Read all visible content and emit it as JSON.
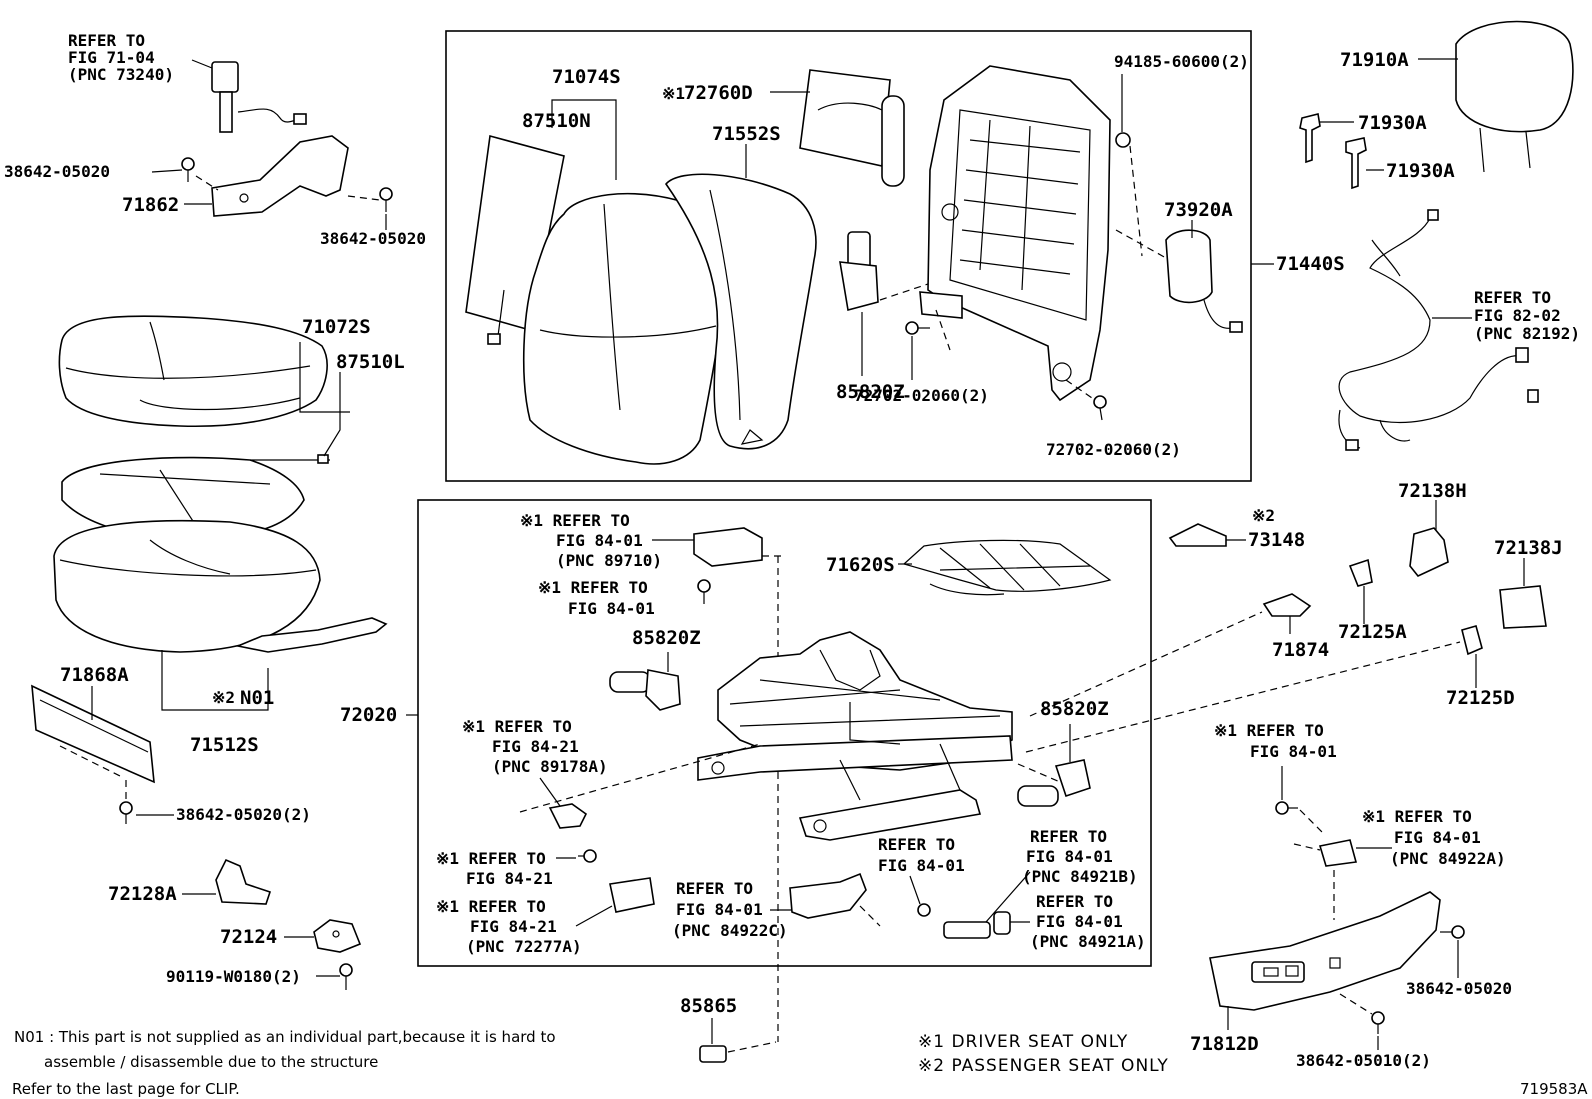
{
  "diagram_code": "719583A",
  "labels": {
    "refer_73240": [
      "REFER TO",
      "FIG 71-04",
      "(PNC 73240)"
    ],
    "p38642_05020_a": "38642-05020",
    "p71862": "71862",
    "p38642_05020_b": "38642-05020",
    "p71074S": "71074S",
    "p87510N": "87510N",
    "p72760D": "72760D",
    "mark_72760D": "※1",
    "p71552S": "71552S",
    "p94185": "94185-60600(2)",
    "p73920A": "73920A",
    "p71440S": "71440S",
    "p85820Z_top": "85820Z",
    "p72702_a": "72702-02060(2)",
    "p72702_b": "72702-02060(2)",
    "p71910A": "71910A",
    "p71930A_a": "71930A",
    "p71930A_b": "71930A",
    "refer_82192": [
      "REFER TO",
      "FIG 82-02",
      "(PNC 82192)"
    ],
    "p71072S": "71072S",
    "p87510L": "87510L",
    "p71868A": "71868A",
    "mark_N01": "※2",
    "pN01": "N01",
    "p71512S": "71512S",
    "p72020": "72020",
    "p38642_05020_2": "38642-05020(2)",
    "p72128A": "72128A",
    "p72124": "72124",
    "p90119": "90119-W0180(2)",
    "refer_89710": [
      "※1 REFER TO",
      "FIG 84-01",
      "(PNC 89710)"
    ],
    "refer_84_01_b": [
      "※1 REFER TO",
      "FIG 84-01"
    ],
    "p85820Z_left": "85820Z",
    "refer_89178A": [
      "※1 REFER TO",
      "FIG 84-21",
      "(PNC 89178A)"
    ],
    "refer_84_21": [
      "※1 REFER TO",
      "FIG 84-21"
    ],
    "refer_72277A": [
      "※1 REFER TO",
      "FIG 84-21",
      "(PNC 72277A)"
    ],
    "p71620S": "71620S",
    "p85820Z_right": "85820Z",
    "refer_84922C": [
      "REFER TO",
      "FIG 84-01",
      "(PNC 84922C)"
    ],
    "refer_84_01_c": [
      "REFER TO",
      "FIG 84-01"
    ],
    "refer_84921B": [
      "REFER TO",
      "FIG 84-01",
      "(PNC 84921B)"
    ],
    "refer_84921A": [
      "REFER TO",
      "FIG 84-01",
      "(PNC 84921A)"
    ],
    "p85865": "85865",
    "mark_73148": "※2",
    "p73148": "73148",
    "p72138H": "72138H",
    "p72138J": "72138J",
    "p72125A": "72125A",
    "p71874": "71874",
    "p72125D": "72125D",
    "refer_84_01_d": [
      "※1 REFER TO",
      "FIG 84-01"
    ],
    "refer_84922A": [
      "※1 REFER TO",
      "FIG 84-01",
      "(PNC 84922A)"
    ],
    "p38642_05020_c": "38642-05020",
    "p71812D": "71812D",
    "p38642_05010": "38642-05010(2)"
  },
  "notes": {
    "n01_line1": "N01 : This part is not supplied as an individual part,because it is hard to",
    "n01_line2": "assemble / disassemble due to the structure",
    "clip": "Refer to the last page for CLIP.",
    "legend_1": "※1  DRIVER  SEAT  ONLY",
    "legend_2": "※2  PASSENGER  SEAT  ONLY"
  }
}
